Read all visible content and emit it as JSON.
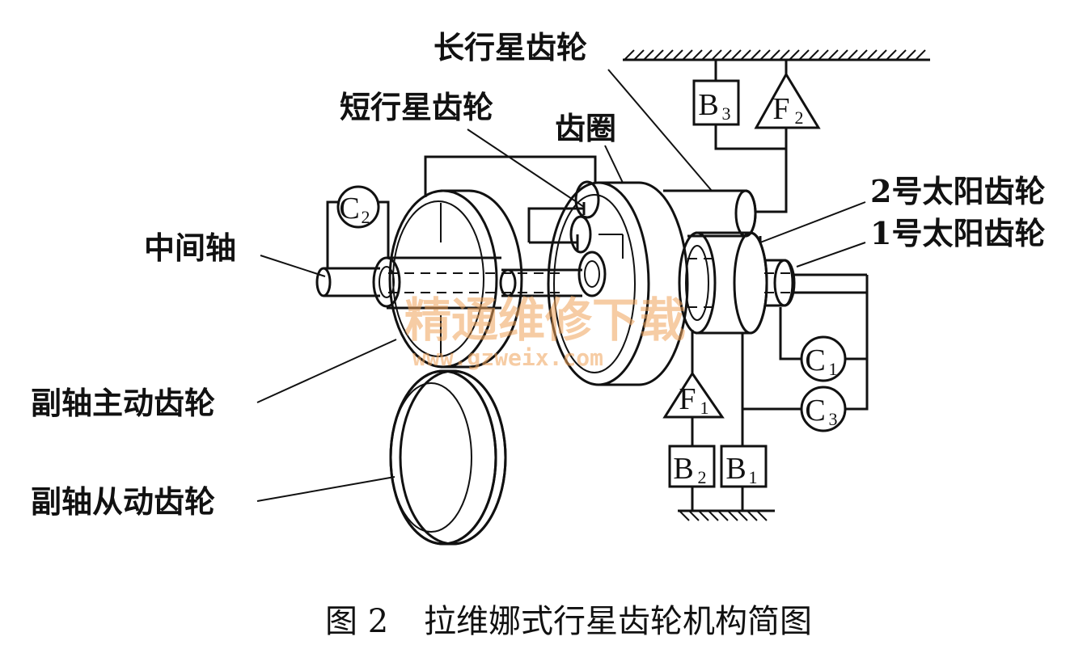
{
  "labels": {
    "long_planet": "长行星齿轮",
    "short_planet": "短行星齿轮",
    "ring_gear": "齿圈",
    "sun_gear_2": "2号太阳齿轮",
    "sun_gear_1": "1号太阳齿轮",
    "intermediate_shaft": "中间轴",
    "countershaft_drive": "副轴主动齿轮",
    "countershaft_driven": "副轴从动齿轮"
  },
  "elements": {
    "C2": {
      "letter": "C",
      "sub": "2"
    },
    "C1": {
      "letter": "C",
      "sub": "1"
    },
    "C3": {
      "letter": "C",
      "sub": "3"
    },
    "B3": {
      "letter": "B",
      "sub": "3"
    },
    "B2": {
      "letter": "B",
      "sub": "2"
    },
    "B1": {
      "letter": "B",
      "sub": "1"
    },
    "F2": {
      "letter": "F",
      "sub": "2"
    },
    "F1": {
      "letter": "F",
      "sub": "1"
    }
  },
  "caption": {
    "figure_no": "图 2",
    "title": "拉维娜式行星齿轮机构简图"
  },
  "watermark": {
    "text": "精通维修下载",
    "url": "www.gzweix.com"
  }
}
